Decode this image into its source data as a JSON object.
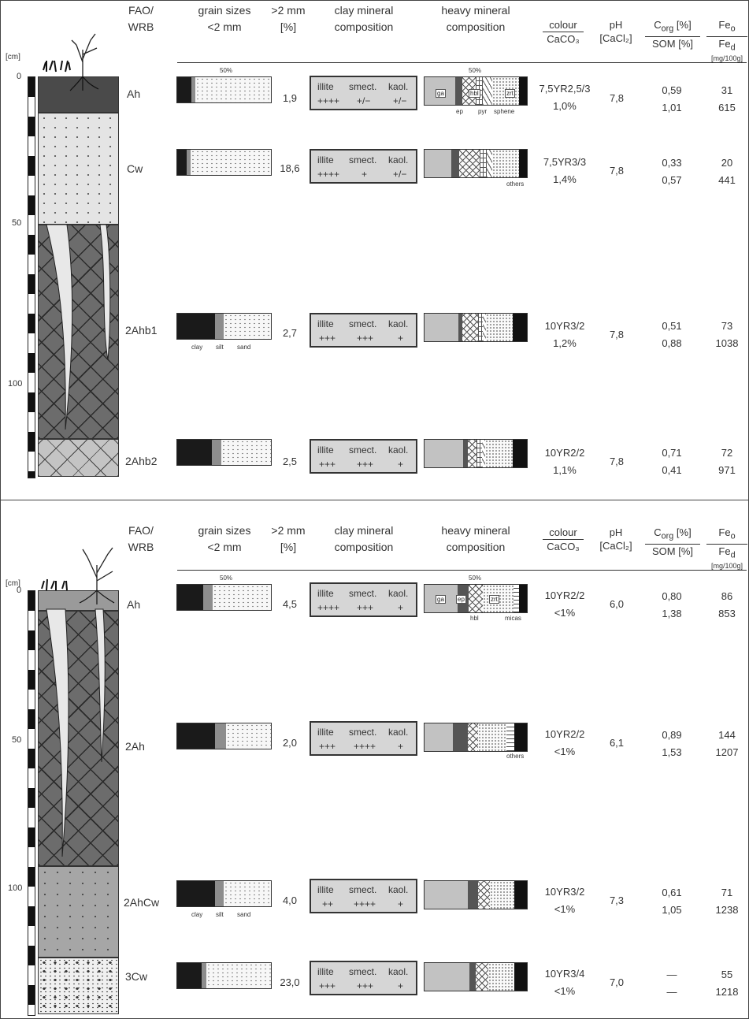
{
  "headers": {
    "fao": "FAO/",
    "wrb": "WRB",
    "grain_1": "grain sizes",
    "grain_2": "<2 mm",
    "coarse_1": ">2 mm",
    "coarse_2": "[%]",
    "clay_1": "clay mineral",
    "clay_2": "composition",
    "heavy_1": "heavy mineral",
    "heavy_2": "composition",
    "colour": "colour",
    "caco3": "CaCO₃",
    "ph": "pH",
    "cacl2": "[CaCl₂]",
    "corg": "C",
    "corg_sub": "org",
    "corg_unit": " [%]",
    "som": "SOM [%]",
    "feo": "Fe",
    "feo_sub": "o",
    "fed": "Fe",
    "fed_sub": "d",
    "fe_unit": "[mg/100g]",
    "cm": "[cm]"
  },
  "labels": {
    "fifty": "50%",
    "clay": "clay",
    "silt": "silt",
    "sand": "sand",
    "ga": "ga",
    "ep": "ep",
    "hbl": "hbl",
    "pyr": "pyr",
    "sphene": "sphene",
    "zrt": "zrt",
    "others": "others",
    "micas": "micas",
    "illite": "illite",
    "smect": "smect.",
    "kaol": "kaol."
  },
  "profile1": {
    "depth_ticks": [
      "0",
      "50",
      "100"
    ],
    "horizons": [
      {
        "name": "Ah",
        "coarse": "1,9",
        "clay": 0.15,
        "silt": 0.04,
        "illite": "++++",
        "smect": "+/−",
        "kaol": "+/−",
        "heavy": [
          [
            "ga",
            0.3
          ],
          [
            "ep",
            0.07
          ],
          [
            "hbl",
            0.13
          ],
          [
            "pyr",
            0.07
          ],
          [
            "sph",
            0.09
          ],
          [
            "zrt",
            0.26
          ],
          [
            "oth",
            0.08
          ]
        ],
        "colour": "7,5YR2,5/3",
        "caco3": "1,0%",
        "ph": "7,8",
        "corg": "0,59",
        "som": "1,01",
        "feo": "31",
        "fed": "615"
      },
      {
        "name": "Cw",
        "coarse": "18,6",
        "clay": 0.1,
        "silt": 0.04,
        "illite": "++++",
        "smect": "+",
        "kaol": "+/−",
        "heavy": [
          [
            "ga",
            0.26
          ],
          [
            "ep",
            0.08
          ],
          [
            "hbl",
            0.2
          ],
          [
            "pyr",
            0.07
          ],
          [
            "sph",
            0.05
          ],
          [
            "zrt",
            0.26
          ],
          [
            "oth",
            0.08
          ]
        ],
        "colour": "7,5YR3/3",
        "caco3": "1,4%",
        "ph": "7,8",
        "corg": "0,33",
        "som": "0,57",
        "feo": "20",
        "fed": "441"
      },
      {
        "name": "2Ahb1",
        "coarse": "2,7",
        "clay": 0.4,
        "silt": 0.1,
        "illite": "+++",
        "smect": "+++",
        "kaol": "+",
        "heavy": [
          [
            "ga",
            0.33
          ],
          [
            "ep",
            0.04
          ],
          [
            "hbl",
            0.15
          ],
          [
            "pyr",
            0.05
          ],
          [
            "sph",
            0.03
          ],
          [
            "zrt",
            0.26
          ],
          [
            "oth",
            0.14
          ]
        ],
        "colour": "10YR3/2",
        "caco3": "1,2%",
        "ph": "7,8",
        "corg": "0,51",
        "som": "0,88",
        "feo": "73",
        "fed": "1038"
      },
      {
        "name": "2Ahb2",
        "coarse": "2,5",
        "clay": 0.37,
        "silt": 0.1,
        "illite": "+++",
        "smect": "+++",
        "kaol": "+",
        "heavy": [
          [
            "ga",
            0.38
          ],
          [
            "ep",
            0.04
          ],
          [
            "hbl",
            0.09
          ],
          [
            "pyr",
            0.05
          ],
          [
            "sph",
            0.03
          ],
          [
            "zrt",
            0.27
          ],
          [
            "oth",
            0.14
          ]
        ],
        "colour": "10YR2/2",
        "caco3": "1,1%",
        "ph": "7,8",
        "corg": "0,71",
        "som": "0,41",
        "feo": "72",
        "fed": "971"
      }
    ]
  },
  "profile2": {
    "depth_ticks": [
      "0",
      "50",
      "100"
    ],
    "horizons": [
      {
        "name": "Ah",
        "coarse": "4,5",
        "clay": 0.28,
        "silt": 0.1,
        "illite": "++++",
        "smect": "+++",
        "kaol": "+",
        "heavy": [
          [
            "ga",
            0.32
          ],
          [
            "ep",
            0.11
          ],
          [
            "hbl",
            0.14
          ],
          [
            "zrt",
            0.3
          ],
          [
            "mic",
            0.05
          ],
          [
            "oth",
            0.08
          ]
        ],
        "colour": "10YR2/2",
        "caco3": "<1%",
        "ph": "6,0",
        "corg": "0,80",
        "som": "1,38",
        "feo": "86",
        "fed": "853"
      },
      {
        "name": "2Ah",
        "coarse": "2,0",
        "clay": 0.4,
        "silt": 0.12,
        "illite": "+++",
        "smect": "++++",
        "kaol": "+",
        "heavy": [
          [
            "ga",
            0.28
          ],
          [
            "ep",
            0.14
          ],
          [
            "hbl",
            0.1
          ],
          [
            "zrt",
            0.28
          ],
          [
            "mic",
            0.08
          ],
          [
            "oth",
            0.12
          ]
        ],
        "colour": "10YR2/2",
        "caco3": "<1%",
        "ph": "6,1",
        "corg": "0,89",
        "som": "1,53",
        "feo": "144",
        "fed": "1207"
      },
      {
        "name": "2AhCw",
        "coarse": "4,0",
        "clay": 0.4,
        "silt": 0.1,
        "illite": "++",
        "smect": "++++",
        "kaol": "+",
        "heavy": [
          [
            "ga",
            0.42
          ],
          [
            "ep",
            0.1
          ],
          [
            "hbl",
            0.12
          ],
          [
            "zrt",
            0.24
          ],
          [
            "oth",
            0.12
          ]
        ],
        "colour": "10YR3/2",
        "caco3": "<1%",
        "ph": "7,3",
        "corg": "0,61",
        "som": "1,05",
        "feo": "71",
        "fed": "1238"
      },
      {
        "name": "3Cw",
        "coarse": "23,0",
        "clay": 0.26,
        "silt": 0.05,
        "illite": "+++",
        "smect": "+++",
        "kaol": "+",
        "heavy": [
          [
            "ga",
            0.44
          ],
          [
            "ep",
            0.06
          ],
          [
            "hbl",
            0.12
          ],
          [
            "zrt",
            0.26
          ],
          [
            "oth",
            0.12
          ]
        ],
        "colour": "10YR3/4",
        "caco3": "<1%",
        "ph": "7,0",
        "corg": "—",
        "som": "—",
        "feo": "55",
        "fed": "1218"
      }
    ]
  }
}
